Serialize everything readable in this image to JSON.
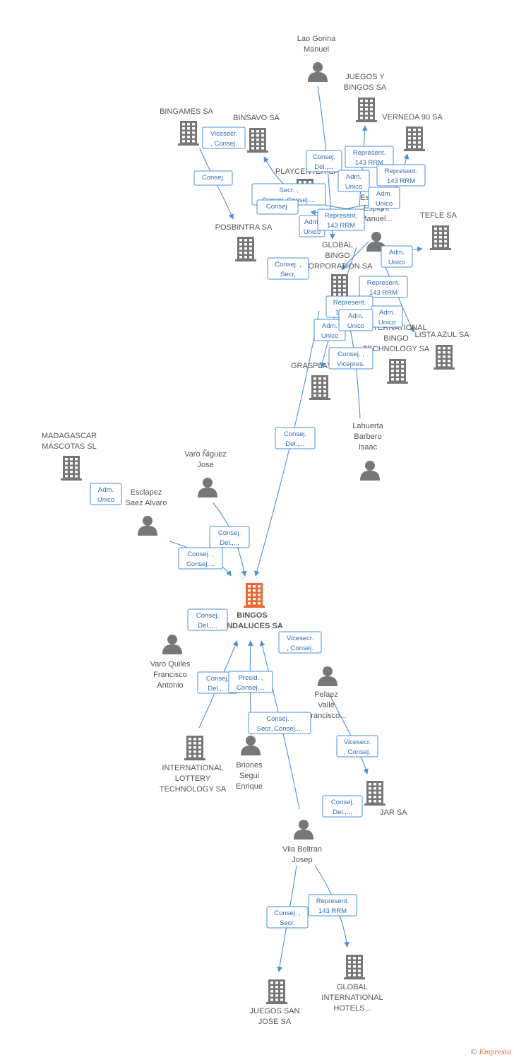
{
  "colors": {
    "edge": "#4a90d9",
    "node": "#777777",
    "center": "#f26532",
    "label": "#555555"
  },
  "nodes": [
    {
      "id": "bingos_andaluces",
      "type": "company",
      "center": true,
      "label": [
        "BINGOS",
        "ANDALUCES SA"
      ]
    },
    {
      "id": "lao_gorina",
      "type": "person",
      "label": [
        "Lao Gorina",
        "Manuel"
      ]
    },
    {
      "id": "juegos_y_bingos",
      "type": "company",
      "label": [
        "JUEGOS Y",
        "BINGOS SA"
      ]
    },
    {
      "id": "verneda",
      "type": "company",
      "label": [
        "VERNEDA 90 SA"
      ]
    },
    {
      "id": "bingames",
      "type": "company",
      "label": [
        "BINGAMES SA"
      ]
    },
    {
      "id": "binsavo",
      "type": "company",
      "label": [
        "BINSAVO SA"
      ]
    },
    {
      "id": "playcenter",
      "type": "company",
      "label": [
        "PLAYCENTER SA"
      ]
    },
    {
      "id": "esplugas",
      "type": "person",
      "label": [
        "Esplugas",
        "Esplant",
        "Manuel..."
      ]
    },
    {
      "id": "posbintra",
      "type": "company",
      "label": [
        "POSBINTRA SA"
      ]
    },
    {
      "id": "tefle",
      "type": "company",
      "label": [
        "TEFLE SA"
      ]
    },
    {
      "id": "global_bingo",
      "type": "company",
      "label": [
        "GLOBAL",
        "BINGO",
        "CORPORATION SA"
      ]
    },
    {
      "id": "int_bingo_tech",
      "type": "company",
      "label": [
        "INTERNATIONAL",
        "BINGO",
        "TECHNOLOGY SA"
      ]
    },
    {
      "id": "lista_azul",
      "type": "company",
      "label": [
        "LISTA AZUL SA"
      ]
    },
    {
      "id": "grasplay",
      "type": "company",
      "label": [
        "GRASPLAY SA"
      ]
    },
    {
      "id": "lahuerta",
      "type": "person",
      "label": [
        "Lahuerta",
        "Barbero",
        "Isaac"
      ]
    },
    {
      "id": "madagascar",
      "type": "company",
      "label": [
        "MADAGASCAR",
        "MASCOTAS SL"
      ]
    },
    {
      "id": "varo_niguez",
      "type": "person",
      "label": [
        "Varo Ñiguez",
        "Jose"
      ]
    },
    {
      "id": "esclapez",
      "type": "person",
      "label": [
        "Esclapez",
        "Saez Alvaro"
      ]
    },
    {
      "id": "varo_quiles",
      "type": "person",
      "label": [
        "Varo Quiles",
        "Francisco",
        "Antonio"
      ]
    },
    {
      "id": "pelaez",
      "type": "person",
      "label": [
        "Pelaez",
        "Valle",
        "Francisco..."
      ]
    },
    {
      "id": "int_lottery",
      "type": "company",
      "label": [
        "INTERNATIONAL",
        "LOTTERY",
        "TECHNOLOGY SA"
      ]
    },
    {
      "id": "briones",
      "type": "person",
      "label": [
        "Briones",
        "Segui",
        "Enrique"
      ]
    },
    {
      "id": "jar",
      "type": "company",
      "label": [
        "JAR SA"
      ]
    },
    {
      "id": "vila_beltran",
      "type": "person",
      "label": [
        "Vila Beltran",
        "Josep"
      ]
    },
    {
      "id": "juegos_san_jose",
      "type": "company",
      "label": [
        "JUEGOS SAN",
        "JOSE SA"
      ]
    },
    {
      "id": "global_int_hotels",
      "type": "company",
      "label": [
        "GLOBAL",
        "INTERNATIONAL",
        "HOTELS..."
      ]
    }
  ],
  "edges": [
    {
      "from": "lao_gorina",
      "to": "global_bingo"
    },
    {
      "from": "esplugas",
      "to": "juegos_y_bingos"
    },
    {
      "from": "esplugas",
      "to": "verneda"
    },
    {
      "from": "esplugas",
      "to": "tefle"
    },
    {
      "from": "esplugas",
      "to": "playcenter"
    },
    {
      "from": "esplugas",
      "to": "binsavo"
    },
    {
      "from": "esplugas",
      "to": "global_bingo"
    },
    {
      "from": "esplugas",
      "to": "lista_azul"
    },
    {
      "from": "esplugas",
      "to": "grasplay"
    },
    {
      "from": "bingames",
      "to": "posbintra"
    },
    {
      "from": "lahuerta",
      "to": "global_bingo"
    },
    {
      "from": "global_bingo",
      "to": "bingos_andaluces"
    },
    {
      "from": "varo_niguez",
      "to": "bingos_andaluces"
    },
    {
      "from": "esclapez",
      "to": "bingos_andaluces"
    },
    {
      "from": "int_lottery",
      "to": "bingos_andaluces"
    },
    {
      "from": "briones",
      "to": "bingos_andaluces"
    },
    {
      "from": "vila_beltran",
      "to": "bingos_andaluces"
    },
    {
      "from": "pelaez",
      "to": "jar"
    },
    {
      "from": "vila_beltran",
      "to": "juegos_san_jose"
    },
    {
      "from": "vila_beltran",
      "to": "global_int_hotels"
    }
  ],
  "edge_labels": [
    [
      "Vicesecr.",
      ", Consej."
    ],
    [
      "Consej."
    ],
    [
      "Consej.",
      "Del.,..."
    ],
    [
      "Represent.",
      "143 RRM"
    ],
    [
      "Represent.",
      "143 RRM"
    ],
    [
      "Adm.",
      "Unico"
    ],
    [
      "Adm.",
      "Unico"
    ],
    [
      "Secr. ,",
      "Consej.,Consej...."
    ],
    [
      "Consej."
    ],
    [
      "Adm.",
      "Unico"
    ],
    [
      "Represent.",
      "143 RRM"
    ],
    [
      "Consej. ,",
      "Secr."
    ],
    [
      "Adm.",
      "Unico"
    ],
    [
      "Represent.",
      "143 RRM"
    ],
    [
      "Represent.",
      "143 RRM"
    ],
    [
      "Adm.",
      "Unico"
    ],
    [
      "Adm.",
      "Unico"
    ],
    [
      "Adm.",
      "Unico"
    ],
    [
      "Consej. ,",
      "Vicepres."
    ],
    [
      "Consej.",
      "Del.,..."
    ],
    [
      "Adm.",
      "Unico"
    ],
    [
      "Consej.",
      "Del.,..."
    ],
    [
      "Consej. ,",
      "Consej...."
    ],
    [
      "Consej.",
      "Del.,..."
    ],
    [
      "Vicesecr.",
      ", Consej."
    ],
    [
      "Consej.",
      "Del.,..."
    ],
    [
      "Presid. ,",
      "Consej...."
    ],
    [
      "Consej. ,",
      "Secr.,Consej...."
    ],
    [
      "Vicesecr.",
      ", Consej."
    ],
    [
      "Consej.",
      "Del.,..."
    ],
    [
      "Consej. ,",
      "Secr."
    ],
    [
      "Represent.",
      "143 RRM"
    ]
  ],
  "footer": {
    "copyright": "©",
    "brand": "Empresia"
  }
}
